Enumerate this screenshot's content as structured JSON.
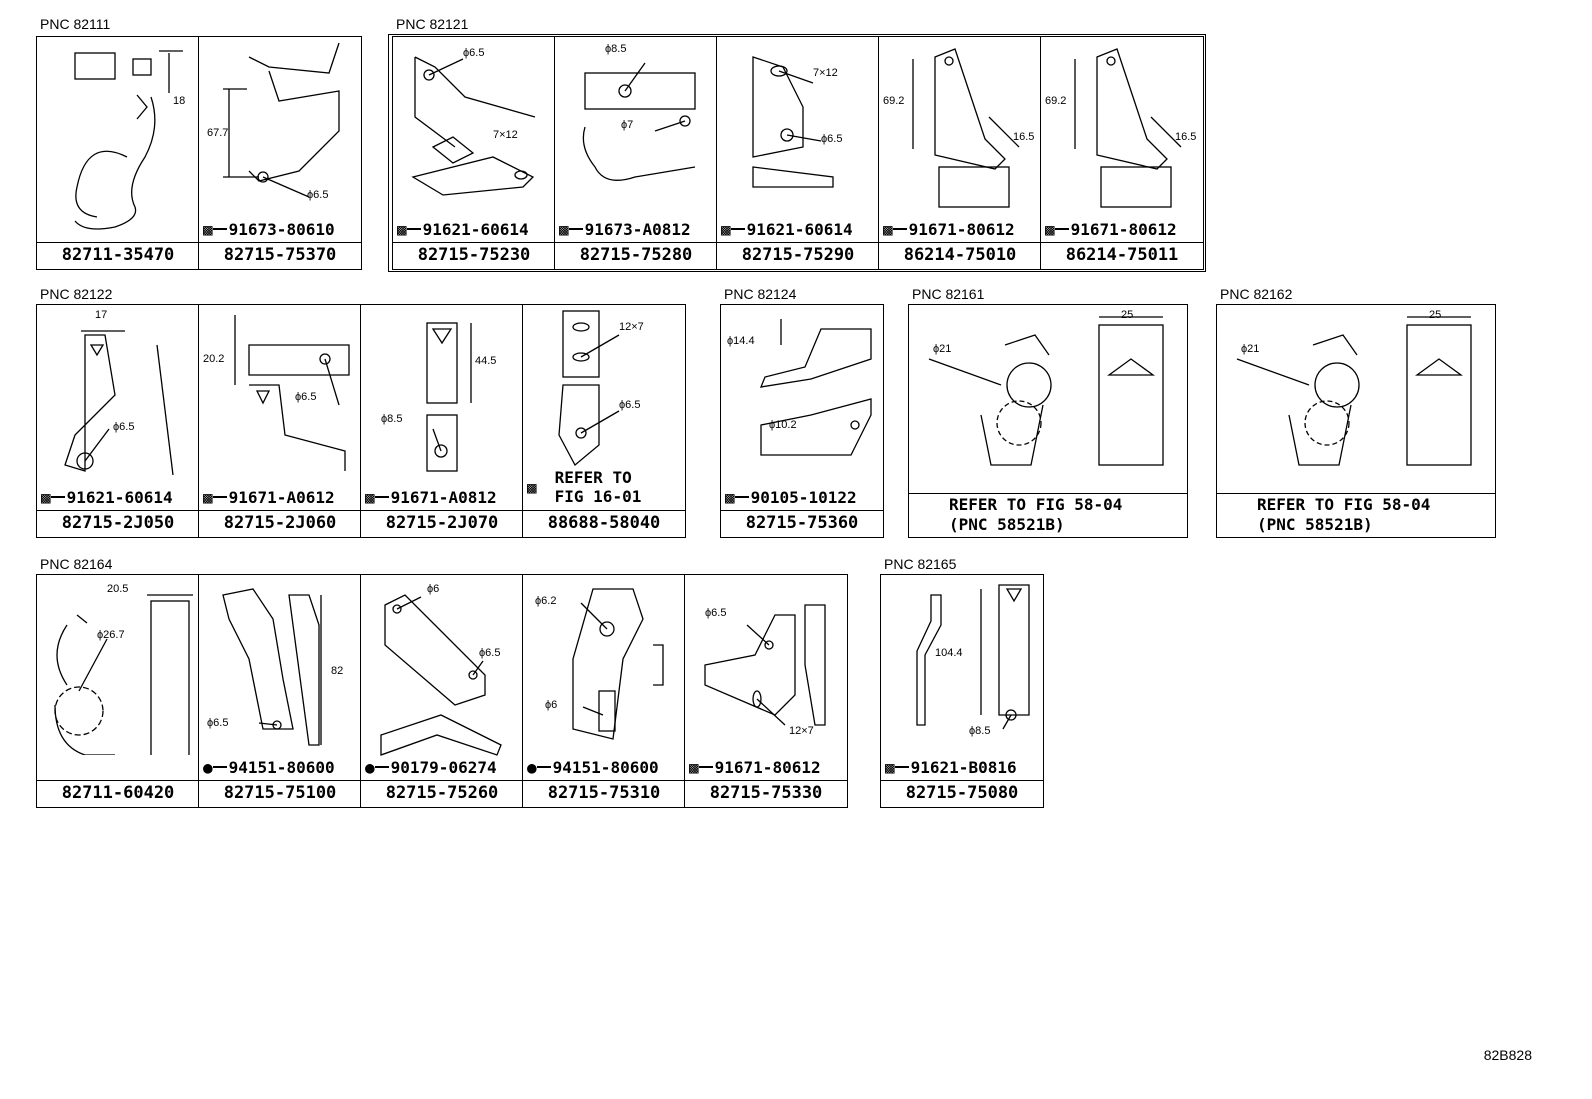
{
  "groups": [
    {
      "pnc": "PNC 82111",
      "cells": [
        {
          "part": "82711-35470",
          "fastener": null,
          "dims": [
            "18"
          ]
        },
        {
          "part": "82715-75370",
          "fastener": "91673-80610",
          "dims": [
            "67.7",
            "ϕ6.5"
          ]
        }
      ]
    },
    {
      "pnc": "PNC 82121",
      "cells": [
        {
          "part": "82715-75230",
          "fastener": "91621-60614",
          "dims": [
            "ϕ6.5",
            "7×12"
          ]
        },
        {
          "part": "82715-75280",
          "fastener": "91673-A0812",
          "dims": [
            "ϕ8.5",
            "ϕ7"
          ]
        },
        {
          "part": "82715-75290",
          "fastener": "91621-60614",
          "dims": [
            "7×12",
            "ϕ6.5"
          ]
        },
        {
          "part": "86214-75010",
          "fastener": "91671-80612",
          "dims": [
            "69.2",
            "16.5"
          ]
        },
        {
          "part": "86214-75011",
          "fastener": "91671-80612",
          "dims": [
            "69.2",
            "16.5"
          ]
        }
      ]
    },
    {
      "pnc": "PNC 82122",
      "cells": [
        {
          "part": "82715-2J050",
          "fastener": "91621-60614",
          "dims": [
            "17",
            "ϕ6.5"
          ]
        },
        {
          "part": "82715-2J060",
          "fastener": "91671-A0612",
          "dims": [
            "20.2",
            "ϕ6.5"
          ]
        },
        {
          "part": "82715-2J070",
          "fastener": "91671-A0812",
          "dims": [
            "44.5",
            "ϕ8.5"
          ]
        },
        {
          "part": "88688-58040",
          "fastener": null,
          "refer": "REFER TO\nFIG 16-01",
          "dims": [
            "12×7",
            "ϕ6.5"
          ]
        }
      ]
    },
    {
      "pnc": "PNC 82124",
      "cells": [
        {
          "part": "82715-75360",
          "fastener": "90105-10122",
          "dims": [
            "ϕ14.4",
            "ϕ10.2"
          ]
        }
      ]
    },
    {
      "pnc": "PNC 82161",
      "cells": [
        {
          "part": "REFER TO FIG 58-04",
          "part2": "(PNC 58521B)",
          "fastener": null,
          "dims": [
            "ϕ21",
            "25"
          ]
        }
      ]
    },
    {
      "pnc": "PNC 82162",
      "cells": [
        {
          "part": "REFER TO FIG 58-04",
          "part2": "(PNC 58521B)",
          "fastener": null,
          "dims": [
            "ϕ21",
            "25"
          ]
        }
      ]
    },
    {
      "pnc": "PNC 82164",
      "cells": [
        {
          "part": "82711-60420",
          "fastener": null,
          "dims": [
            "20.5",
            "ϕ26.7"
          ]
        },
        {
          "part": "82715-75100",
          "fastener": "94151-80600",
          "dims": [
            "82",
            "ϕ6.5"
          ]
        },
        {
          "part": "82715-75260",
          "fastener": "90179-06274",
          "dims": [
            "ϕ6",
            "ϕ6.5"
          ]
        },
        {
          "part": "82715-75310",
          "fastener": "94151-80600",
          "dims": [
            "ϕ6.2",
            "ϕ6"
          ]
        },
        {
          "part": "82715-75330",
          "fastener": "91671-80612",
          "dims": [
            "ϕ6.5",
            "12×7"
          ]
        }
      ]
    },
    {
      "pnc": "PNC 82165",
      "cells": [
        {
          "part": "82715-75080",
          "fastener": "91621-B0816",
          "dims": [
            "104.4",
            "ϕ8.5"
          ]
        }
      ]
    }
  ],
  "diagram_code": "82B828"
}
